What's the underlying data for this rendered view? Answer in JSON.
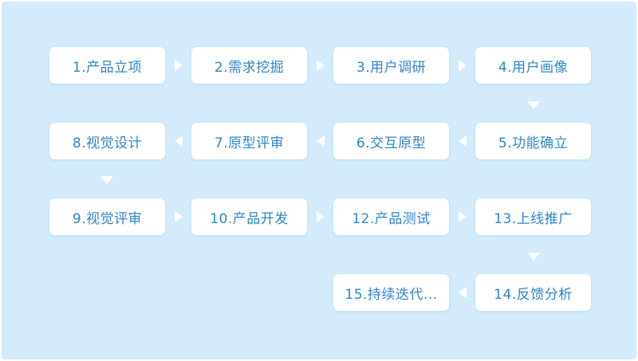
{
  "colors": {
    "background": "#d3ebfb",
    "box": "#ffffff",
    "text": "#2e86c9",
    "arrow": "#ffffff"
  },
  "steps": [
    {
      "label": "1.产品立项"
    },
    {
      "label": "2.需求挖掘"
    },
    {
      "label": "3.用户调研"
    },
    {
      "label": "4.用户画像"
    },
    {
      "label": "5.功能确立"
    },
    {
      "label": "6.交互原型"
    },
    {
      "label": "7.原型评审"
    },
    {
      "label": "8.视觉设计"
    },
    {
      "label": "9.视觉评审"
    },
    {
      "label": "10.产品开发"
    },
    {
      "label": "12.产品测试"
    },
    {
      "label": "13.上线推广"
    },
    {
      "label": "14.反馈分析"
    },
    {
      "label": "15.持续迭代..."
    }
  ]
}
